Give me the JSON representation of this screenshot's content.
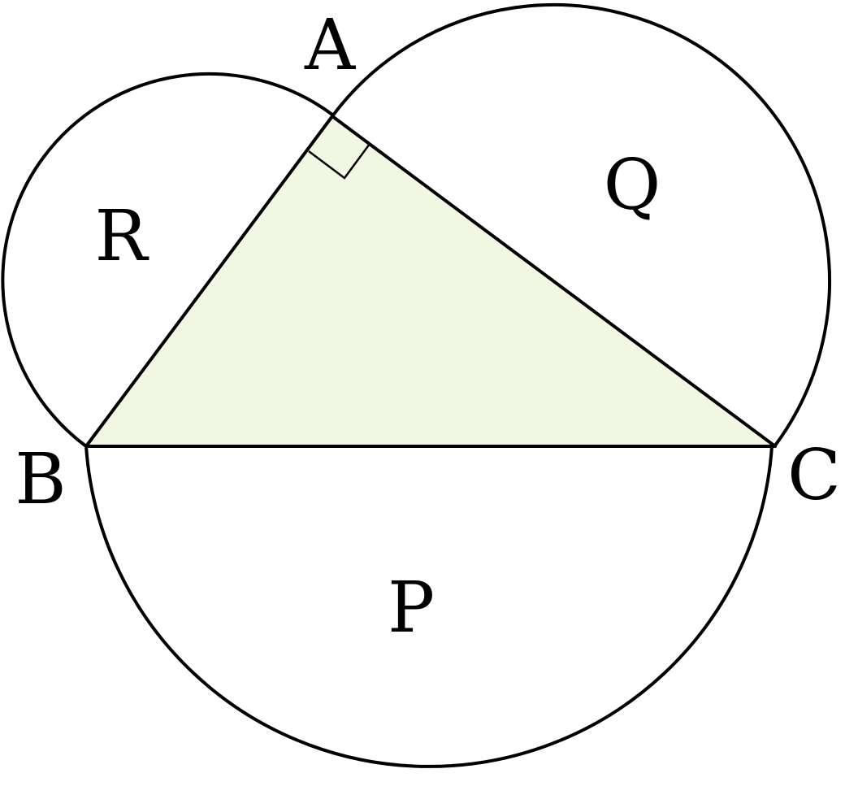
{
  "figure": {
    "vertices": {
      "a": "A",
      "b": "B",
      "c": "C"
    },
    "regions": {
      "p": "P",
      "q": "Q",
      "r": "R"
    }
  },
  "colors": {
    "triangle_fill": "#f1f7e2",
    "stroke": "#000000",
    "background": "#ffffff"
  }
}
